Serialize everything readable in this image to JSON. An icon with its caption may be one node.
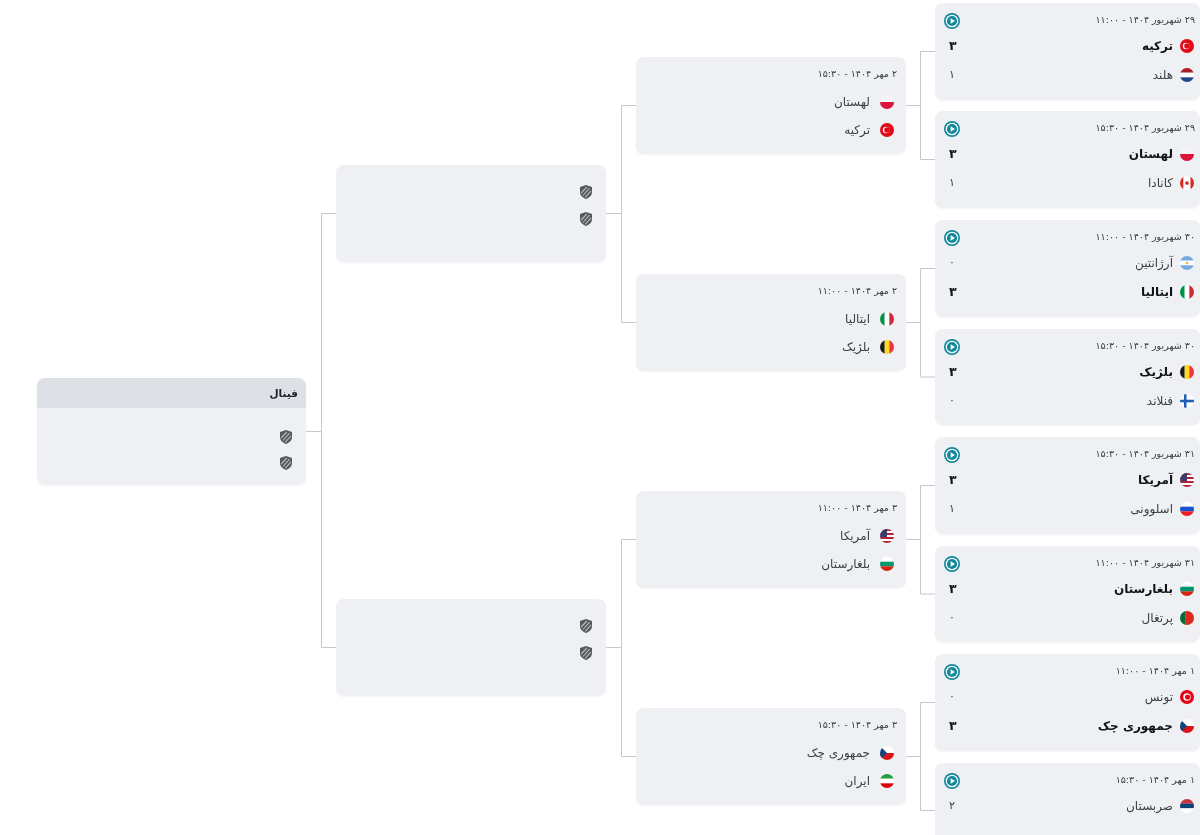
{
  "diagram": {
    "nodes": [
      {
        "text": [
          "۲۹ شهریور ۱۴۰۴ - ۱۱:۰۰",
          "ترکیه",
          "۳",
          "هلند",
          "۱"
        ]
      },
      {
        "text": [
          "۲۹ شهریور ۱۴۰۴ - ۱۵:۳۰",
          "لهستان",
          "۳",
          "کانادا",
          "۱"
        ]
      },
      {
        "text": [
          "۳۰ شهریور ۱۴۰۴ - ۱۱:۰۰",
          "آرژانتین",
          "۰",
          "ایتالیا",
          "۳"
        ]
      },
      {
        "text": [
          "۳۰ شهریور ۱۴۰۴ - ۱۵:۳۰",
          "بلژیک",
          "۳",
          "فنلاند",
          "۰"
        ]
      },
      {
        "text": [
          "۳۱ شهریور ۱۴۰۴ - ۱۵:۳۰",
          "آمریکا",
          "۳",
          "اسلوونی",
          "۱"
        ]
      },
      {
        "text": [
          "۳۱ شهریور ۱۴۰۴ - ۱۱:۰۰",
          "بلغارستان",
          "۳",
          "پرتغال",
          "۰"
        ]
      },
      {
        "text": [
          "۱ مهر ۱۴۰۴ - ۱۱:۰۰",
          "تونس",
          "۰",
          "جمهوری چک",
          "۳"
        ]
      },
      {
        "text": [
          "۱ مهر ۱۴۰۴ - ۱۵:۳۰",
          "صربستان",
          "۲"
        ]
      },
      {
        "text": [
          "۲ مهر ۱۴۰۴ - ۱۵:۳۰",
          "لهستان",
          "ترکیه"
        ]
      },
      {
        "text": [
          "۲ مهر ۱۴۰۴ - ۱۱:۰۰",
          "ایتالیا",
          "بلژیک"
        ]
      },
      {
        "text": [
          "۳ مهر ۱۴۰۴ - ۱۱:۰۰",
          "آمریکا",
          "بلغارستان"
        ]
      },
      {
        "text": [
          "۳ مهر ۱۴۰۴ - ۱۵:۳۰",
          "جمهوری چک",
          "ایران"
        ]
      },
      {
        "text": [],
        "shape": "box"
      },
      {
        "text": [],
        "shape": "box"
      },
      {
        "text": [
          "فینال"
        ]
      }
    ],
    "edges": [
      {
        "from": 0,
        "to": 8,
        "arrow": "none"
      },
      {
        "from": 1,
        "to": 8,
        "arrow": "none"
      },
      {
        "from": 2,
        "to": 9,
        "arrow": "none"
      },
      {
        "from": 3,
        "to": 9,
        "arrow": "none"
      },
      {
        "from": 4,
        "to": 10,
        "arrow": "none"
      },
      {
        "from": 5,
        "to": 10,
        "arrow": "none"
      },
      {
        "from": 6,
        "to": 11,
        "arrow": "none"
      },
      {
        "from": 7,
        "to": 11,
        "arrow": "none"
      },
      {
        "from": 8,
        "to": 12,
        "arrow": "none"
      },
      {
        "from": 9,
        "to": 12,
        "arrow": "none"
      },
      {
        "from": 10,
        "to": 13,
        "arrow": "none"
      },
      {
        "from": 11,
        "to": 13,
        "arrow": "none"
      },
      {
        "from": 12,
        "to": 14,
        "arrow": "none"
      },
      {
        "from": 13,
        "to": 14,
        "arrow": "none"
      }
    ]
  }
}
